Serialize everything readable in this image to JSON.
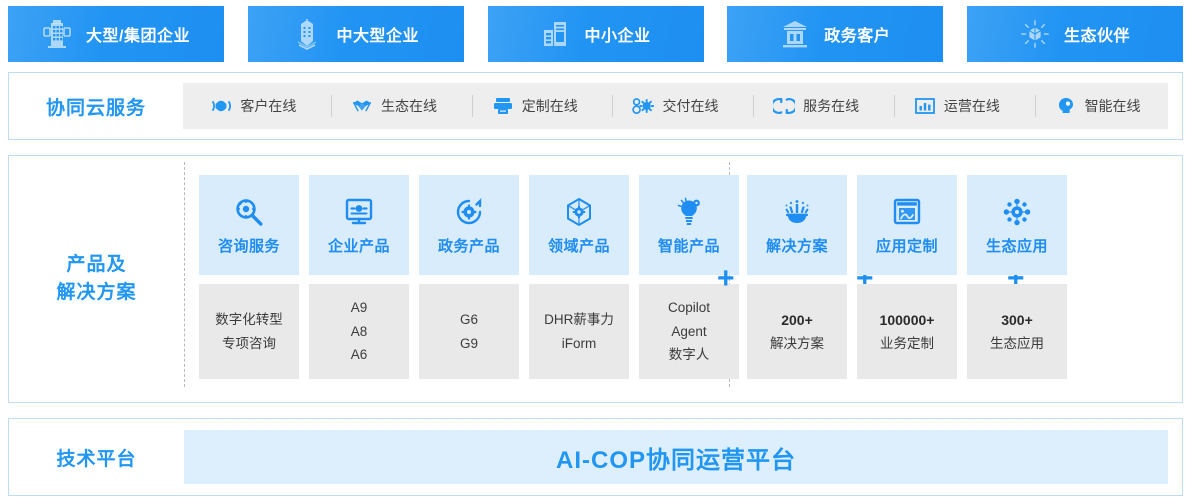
{
  "segments": {
    "tabs": [
      {
        "icon": "building-group-icon",
        "label": "大型/集团企业"
      },
      {
        "icon": "tower-building-icon",
        "label": "中大型企业"
      },
      {
        "icon": "server-building-icon",
        "label": "中小企业"
      },
      {
        "icon": "government-bank-icon",
        "label": "政务客户"
      },
      {
        "icon": "ecosystem-cube-icon",
        "label": "生态伙伴"
      }
    ]
  },
  "cloud_services": {
    "title": "协同云服务",
    "items": [
      {
        "icon": "customer-online-icon",
        "label": "客户在线"
      },
      {
        "icon": "handshake-icon",
        "label": "生态在线"
      },
      {
        "icon": "customize-printer-icon",
        "label": "定制在线"
      },
      {
        "icon": "delivery-gear-icon",
        "label": "交付在线"
      },
      {
        "icon": "service-cycle-icon",
        "label": "服务在线"
      },
      {
        "icon": "operation-chart-icon",
        "label": "运营在线"
      },
      {
        "icon": "intelligent-brain-icon",
        "label": "智能在线"
      }
    ]
  },
  "products": {
    "title_line1": "产品及",
    "title_line2": "解决方案",
    "plus_symbol": "+",
    "left_group": [
      {
        "icon": "consulting-search-icon",
        "label": "咨询服务",
        "body": [
          {
            "text": "数字化转型",
            "strong": false
          },
          {
            "text": "专项咨询",
            "strong": false
          }
        ]
      },
      {
        "icon": "enterprise-monitor-icon",
        "label": "企业产品",
        "body": [
          {
            "text": "A9",
            "strong": false
          },
          {
            "text": "A8",
            "strong": false
          },
          {
            "text": "A6",
            "strong": false
          }
        ]
      },
      {
        "icon": "government-gear-icon",
        "label": "政务产品",
        "body": [
          {
            "text": "G6",
            "strong": false
          },
          {
            "text": "G9",
            "strong": false
          }
        ]
      },
      {
        "icon": "domain-hex-icon",
        "label": "领域产品",
        "body": [
          {
            "text": "DHR薪事力",
            "strong": false
          },
          {
            "text": "iForm",
            "strong": false
          }
        ]
      },
      {
        "icon": "intelligent-bulb-icon",
        "label": "智能产品",
        "body": [
          {
            "text": "Copilot",
            "strong": false
          },
          {
            "text": "Agent",
            "strong": false
          },
          {
            "text": "数字人",
            "strong": false
          }
        ]
      }
    ],
    "right_group": [
      {
        "icon": "solution-gear-icon",
        "label": "解决方案",
        "body": [
          {
            "text": "200+",
            "strong": true
          },
          {
            "text": "解决方案",
            "strong": false
          }
        ]
      },
      {
        "icon": "app-customize-icon",
        "label": "应用定制",
        "body": [
          {
            "text": "100000+",
            "strong": true
          },
          {
            "text": "业务定制",
            "strong": false
          }
        ]
      },
      {
        "icon": "ecosystem-app-icon",
        "label": "生态应用",
        "body": [
          {
            "text": "300+",
            "strong": true
          },
          {
            "text": "生态应用",
            "strong": false
          }
        ]
      }
    ]
  },
  "technology": {
    "title": "技术平台",
    "platform_label": "AI-COP协同运营平台"
  },
  "colors": {
    "brand_blue": "#2196f3",
    "tab_blue": "#2194f3",
    "card_head_blue": "#d9ecfb",
    "card_body_gray": "#e9e9e9",
    "cloud_bar_gray": "#eeeeee",
    "tech_bar_blue": "#ddeefc",
    "panel_border": "#bfdcf5"
  }
}
